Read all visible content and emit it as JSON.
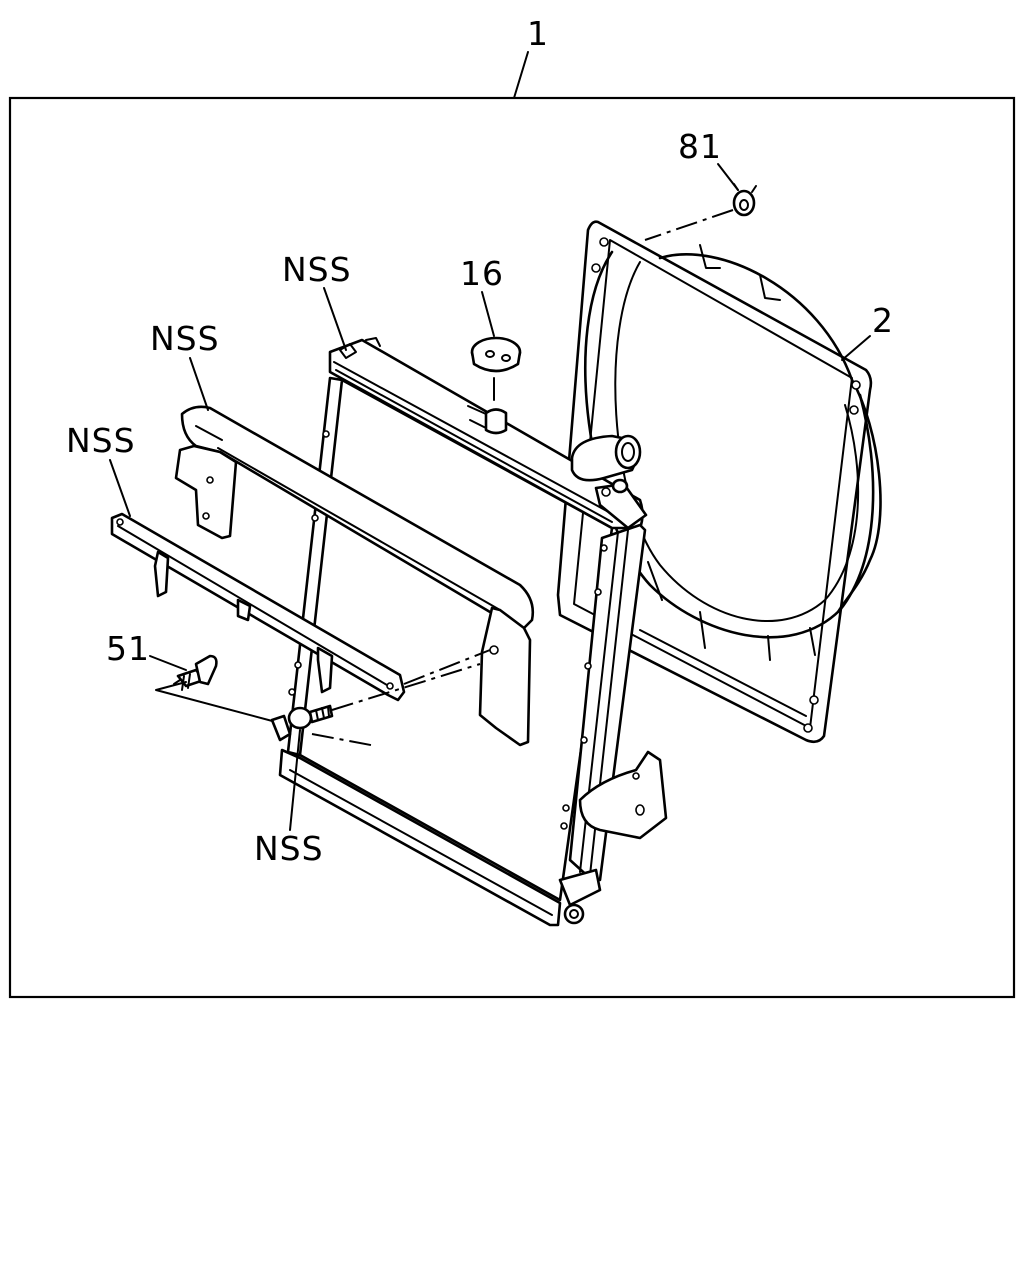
{
  "diagram": {
    "callouts": {
      "assembly": "1",
      "clip": "81",
      "shroud": "2",
      "cap": "16",
      "bracket_top_left": "NSS",
      "tank_top": "NSS",
      "lower_rail": "NSS",
      "drain_cock": "51",
      "bolt": "NSS"
    }
  }
}
